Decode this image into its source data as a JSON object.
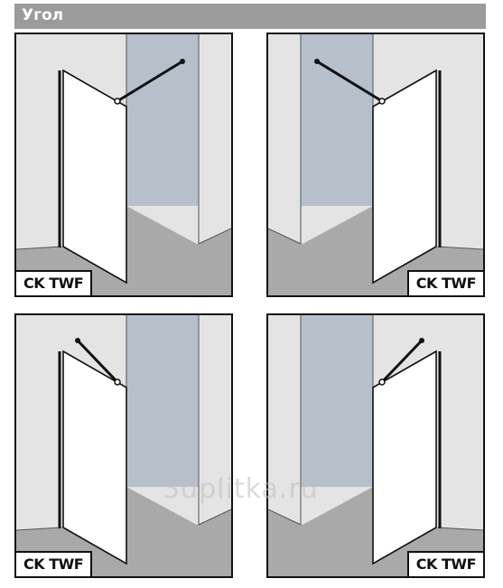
{
  "header": {
    "title": "Угол"
  },
  "panels": [
    {
      "label": "CK TWF"
    },
    {
      "label": "CK TWF"
    },
    {
      "label": "CK TWF"
    },
    {
      "label": "CK TWF"
    }
  ],
  "watermark": "3dplitka.ru",
  "colors": {
    "wall_light": "#e4e4e4",
    "wall_blue": "#b6c0cb",
    "floor": "#a9a9a9",
    "outline": "#111111",
    "glass": "#ffffff"
  }
}
